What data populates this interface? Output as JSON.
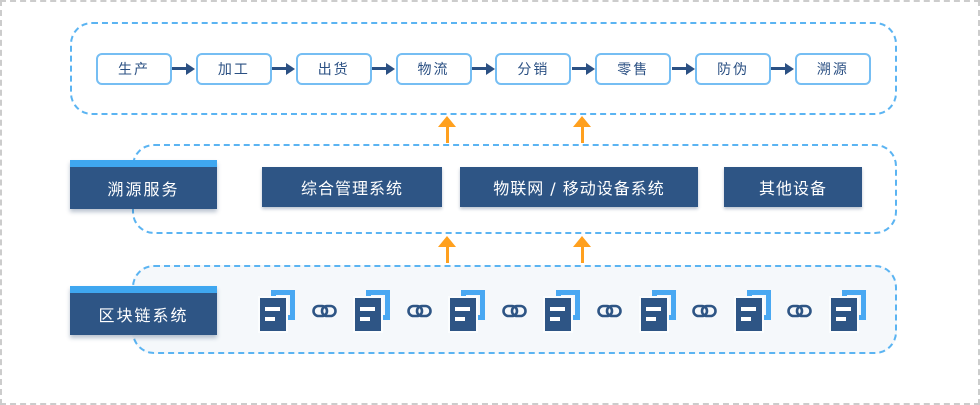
{
  "diagram": {
    "process_flow": {
      "steps": [
        "生产",
        "加工",
        "出货",
        "物流",
        "分销",
        "零售",
        "防伪",
        "溯源"
      ]
    },
    "service_layer": {
      "label": "溯源服务",
      "systems": [
        "综合管理系统",
        "物联网 / 移动设备系统",
        "其他设备"
      ]
    },
    "blockchain_layer": {
      "label": "区块链系统",
      "block_count": 7,
      "link_count": 6
    },
    "colors": {
      "dark_blue": "#2e5585",
      "cap_blue": "#3fa7f0",
      "dashed_border_blue": "#5bb4f2",
      "flow_box_border": "#76bef3",
      "arrow_navy": "#2b5083",
      "orange": "#ffa01e",
      "block_back_blue": "#49a8f2",
      "chain_panel_bg": "#f5f8fb"
    }
  }
}
